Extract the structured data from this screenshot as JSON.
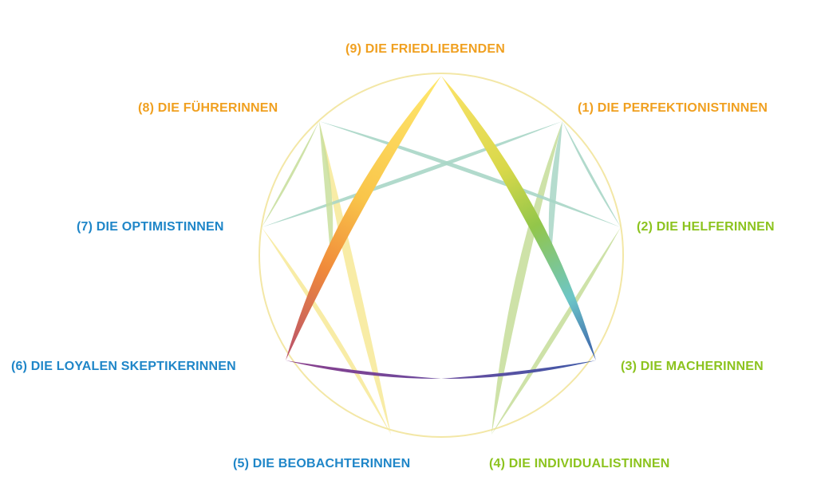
{
  "colors": {
    "orange": "#f0a020",
    "green": "#8cc31e",
    "blue": "#1f86c8",
    "circle": "#f3e7a6",
    "triangle_top": "#fde66c",
    "triangle_left": "#f08a3a",
    "triangle_bottom": "#7d4aa0",
    "triangle_right": "#3a67b4",
    "triangle_mid": "#8fc64a",
    "hexad_teal": "#a8d6c6",
    "hexad_green": "#c9df9e",
    "hexad_yellow": "#f7ea9c"
  },
  "types": [
    {
      "number": 9,
      "label": "(9) DIE FRIEDLIEBENDEN",
      "color": "orange"
    },
    {
      "number": 1,
      "label": "(1) DIE PERFEKTIONISTINNEN",
      "color": "orange"
    },
    {
      "number": 2,
      "label": "(2) DIE HELFERINNEN",
      "color": "green"
    },
    {
      "number": 3,
      "label": "(3) DIE MACHERINNEN",
      "color": "green"
    },
    {
      "number": 4,
      "label": "(4) DIE INDIVIDUALISTINNEN",
      "color": "green"
    },
    {
      "number": 5,
      "label": "(5) DIE BEOBACHTERINNEN",
      "color": "blue"
    },
    {
      "number": 6,
      "label": "(6) DIE LOYALEN SKEPTIKERINNEN",
      "color": "blue"
    },
    {
      "number": 7,
      "label": "(7) DIE OPTIMISTINNEN",
      "color": "blue"
    },
    {
      "number": 8,
      "label": "(8) DIE FÜHRERINNEN",
      "color": "orange"
    }
  ]
}
